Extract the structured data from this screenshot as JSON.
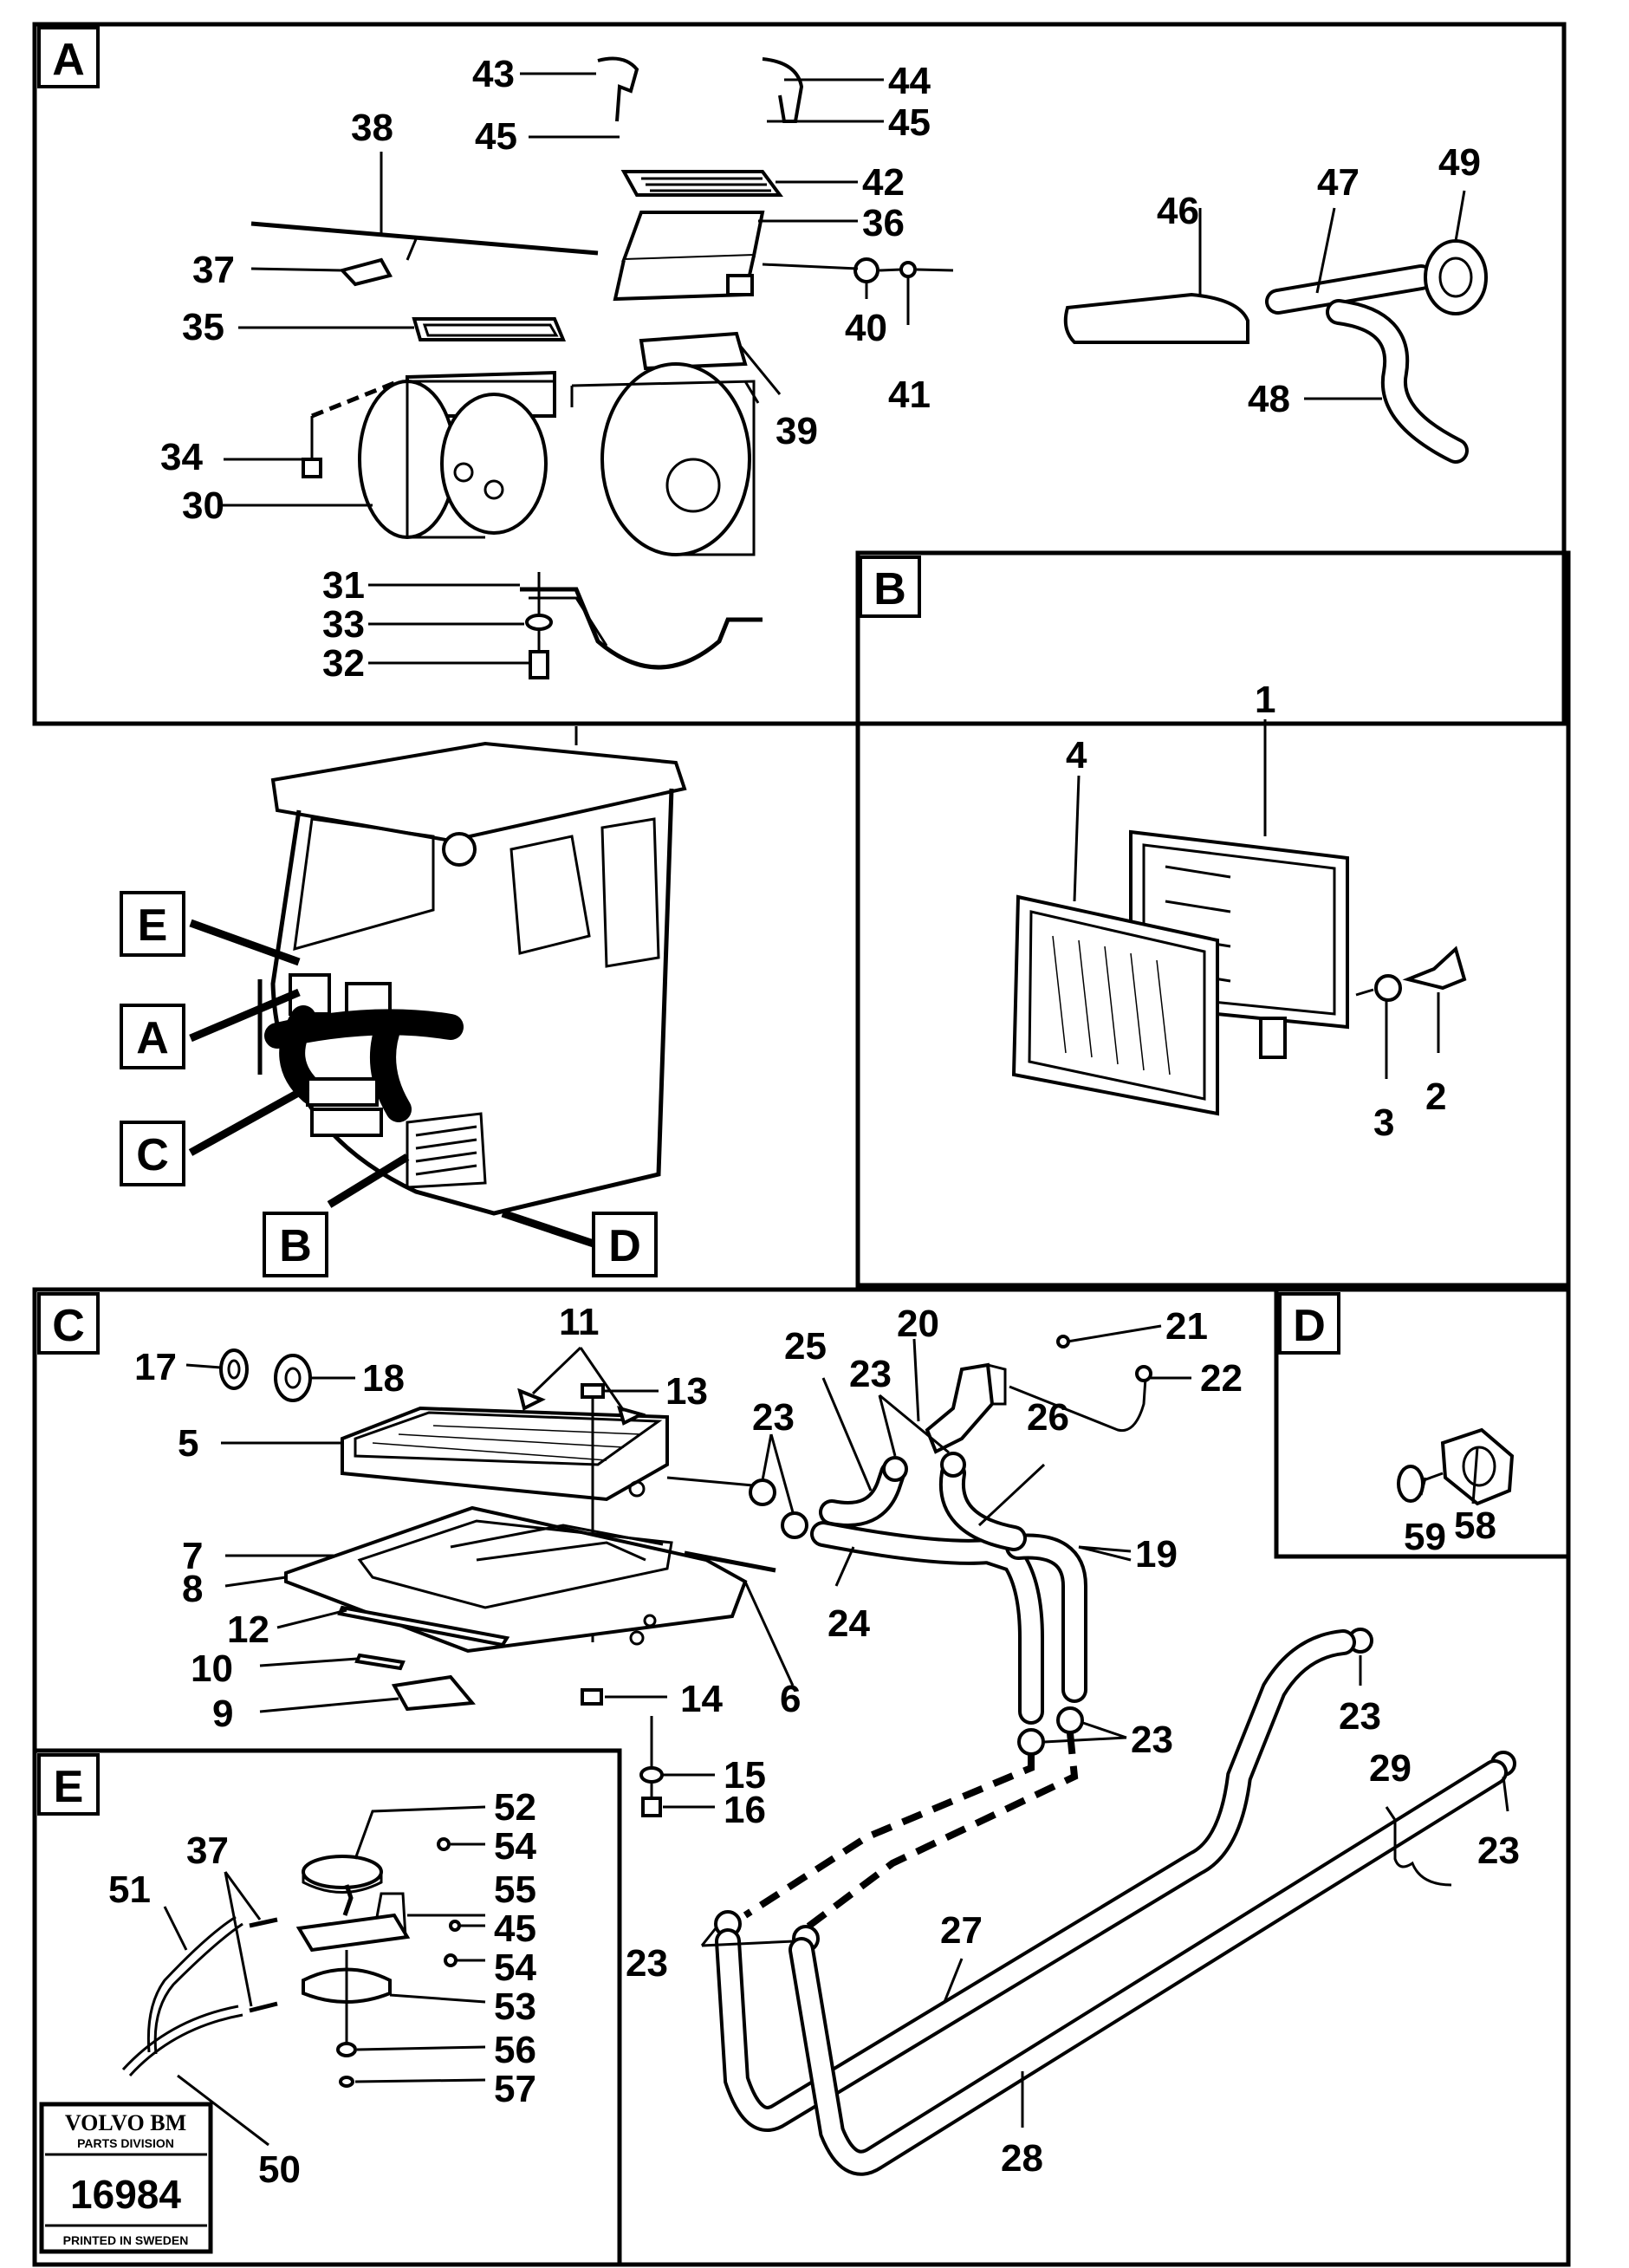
{
  "panels": {
    "A": "A",
    "B": "B",
    "C": "C",
    "D": "D",
    "E": "E"
  },
  "cab_callouts": [
    "E",
    "A",
    "C",
    "B",
    "D"
  ],
  "stamp": {
    "brand": "VOLVO BM",
    "division": "PARTS DIVISION",
    "number": "16984",
    "printed": "PRINTED IN SWEDEN"
  },
  "part_numbers": {
    "a": [
      "43",
      "44",
      "45",
      "45",
      "38",
      "42",
      "36",
      "37",
      "40",
      "41",
      "35",
      "39",
      "34",
      "30",
      "31",
      "33",
      "32",
      "46",
      "47",
      "49",
      "48"
    ],
    "b": [
      "1",
      "4",
      "3",
      "2"
    ],
    "c": [
      "17",
      "18",
      "11",
      "13",
      "5",
      "7",
      "8",
      "12",
      "10",
      "9",
      "6",
      "14",
      "15",
      "16",
      "25",
      "20",
      "21",
      "22",
      "23",
      "23",
      "26",
      "19",
      "24",
      "23",
      "23",
      "29",
      "23",
      "23",
      "27",
      "28"
    ],
    "d": [
      "58",
      "59"
    ],
    "e": [
      "52",
      "37",
      "54",
      "51",
      "55",
      "45",
      "54",
      "53",
      "56",
      "57",
      "50"
    ]
  }
}
